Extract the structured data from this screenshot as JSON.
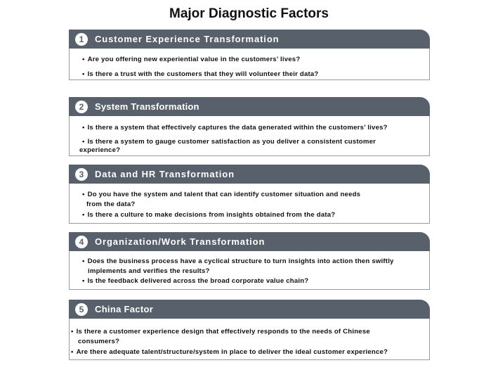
{
  "title": "Major Diagnostic Factors",
  "sections": [
    {
      "number": "1",
      "title": "Customer Experience Transformation",
      "bullets": [
        "Are you offering new experiential value in the customers’ lives?",
        "Is there a trust with the customers that they will  volunteer their data?"
      ]
    },
    {
      "number": "2",
      "title": "System Transformation",
      "bullets": [
        "Is there a system that effectively captures the data generated within the customers’ lives?",
        "Is there a system to gauge customer satisfaction as you deliver a consistent customer",
        "experience?"
      ]
    },
    {
      "number": "3",
      "title": "Data and HR Transformation",
      "bullets": [
        "Do you have the system and talent that can identify customer situation and needs",
        "from the data?",
        "Is there a culture to make decisions from insights obtained from the data?"
      ]
    },
    {
      "number": "4",
      "title": "Organization/Work Transformation",
      "bullets": [
        "Does the business process have a cyclical structure to turn insights into action then swiftly",
        "implements and verifies the results?",
        "Is the feedback delivered across the broad corporate value chain?"
      ]
    },
    {
      "number": "5",
      "title": "China Factor",
      "bullets": [
        "Is there a customer experience design that effectively responds to the needs of Chinese",
        "consumers?",
        "Are there adequate talent/structure/system in place to deliver the ideal customer experience?"
      ]
    }
  ]
}
